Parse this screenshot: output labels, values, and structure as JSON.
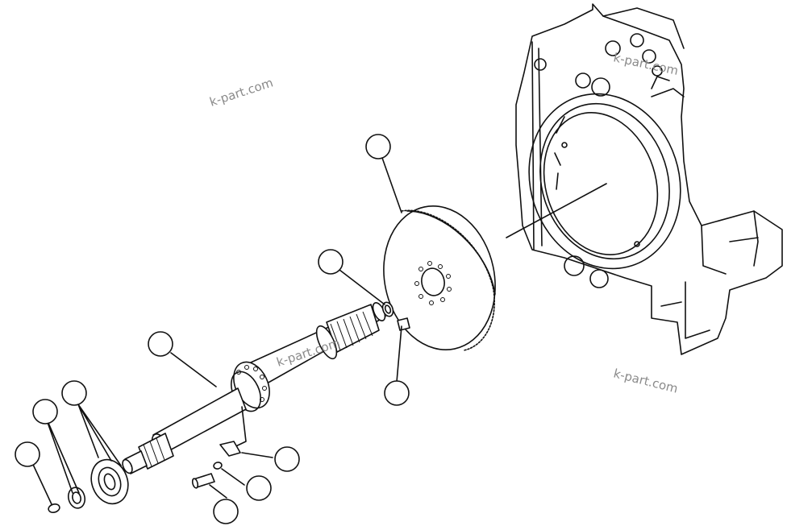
{
  "watermarks": [
    "k-part.com",
    "k-part.com",
    "k-part.com",
    "k-part.com"
  ],
  "callouts": [
    "",
    "",
    "",
    "",
    "",
    "",
    "",
    "",
    "",
    ""
  ]
}
